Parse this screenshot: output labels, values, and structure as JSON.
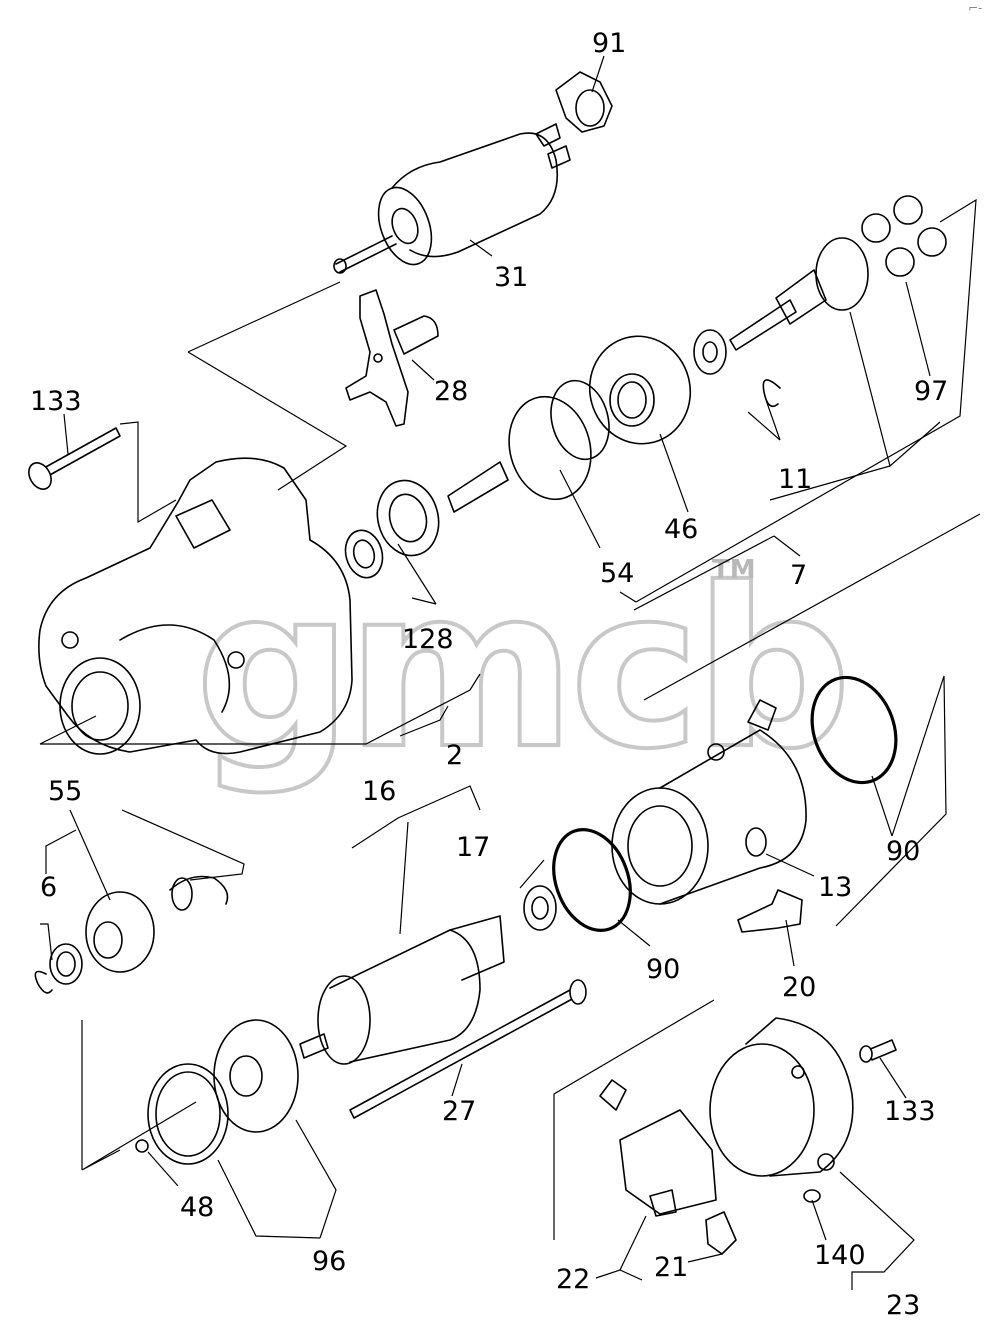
{
  "watermark": {
    "text": "gmcb",
    "tm": "TM"
  },
  "corner_mark": "⌐-",
  "callouts": {
    "p91": "91",
    "p31": "31",
    "p28": "28",
    "p133a": "133",
    "p97": "97",
    "p11": "11",
    "p46": "46",
    "p7": "7",
    "p54": "54",
    "p128": "128",
    "p2": "2",
    "p55": "55",
    "p6": "6",
    "p16": "16",
    "p17": "17",
    "p90a": "90",
    "p90b": "90",
    "p13": "13",
    "p20": "20",
    "p27": "27",
    "p133b": "133",
    "p48": "48",
    "p96": "96",
    "p22": "22",
    "p21": "21",
    "p140": "140",
    "p23": "23"
  }
}
